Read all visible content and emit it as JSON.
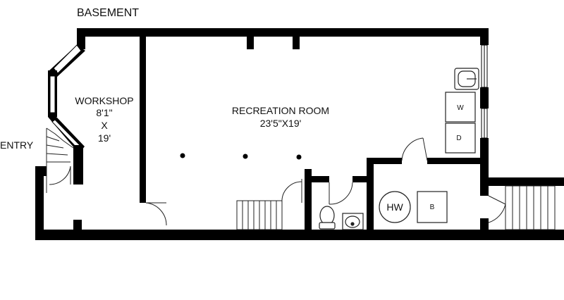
{
  "plan": {
    "title": "BASEMENT",
    "entry_label": "ENTRY",
    "rooms": {
      "workshop": {
        "name": "WORKSHOP",
        "width": "8'1\"",
        "times": "X",
        "length": "19'"
      },
      "recreation": {
        "name": "RECREATION ROOM",
        "dimensions": "23'5\"X19'"
      }
    },
    "fixtures": {
      "washer": "W",
      "dryer": "D",
      "water_heater": "HW",
      "boiler": "B"
    }
  },
  "colors": {
    "wall": "#000000",
    "line": "#222222",
    "window": "#cccccc",
    "background": "#ffffff"
  }
}
